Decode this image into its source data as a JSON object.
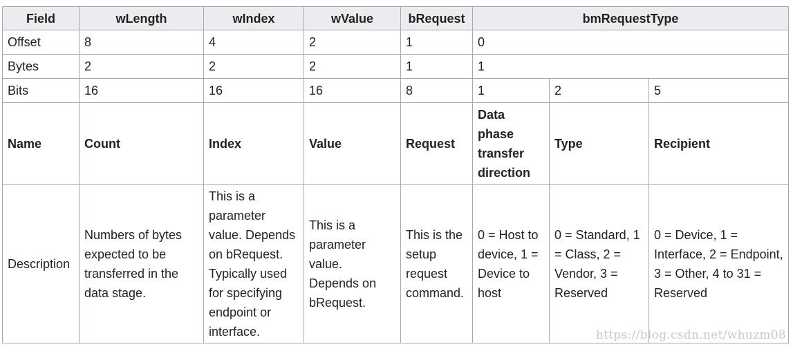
{
  "headers": [
    "Field",
    "wLength",
    "wIndex",
    "wValue",
    "bRequest",
    "bmRequestType"
  ],
  "rows": {
    "offset": {
      "label": "Offset",
      "wLength": "8",
      "wIndex": "4",
      "wValue": "2",
      "bRequest": "1",
      "bmRequestType": "0"
    },
    "bytes": {
      "label": "Bytes",
      "wLength": "2",
      "wIndex": "2",
      "wValue": "2",
      "bRequest": "1",
      "bmRequestType": "1"
    },
    "bits": {
      "label": "Bits",
      "wLength": "16",
      "wIndex": "16",
      "wValue": "16",
      "bRequest": "8",
      "direction": "1",
      "type": "2",
      "recipient": "5"
    },
    "name": {
      "label": "Name",
      "wLength": "Count",
      "wIndex": "Index",
      "wValue": "Value",
      "bRequest": "Request",
      "direction": "Data phase transfer direction",
      "type": "Type",
      "recipient": "Recipient"
    },
    "description": {
      "label": "Description",
      "wLength": "Numbers of bytes expected to be transferred in the data stage.",
      "wIndex": "This is a parameter value. Depends on bRequest. Typically used for specifying endpoint or interface.",
      "wValue": "This is a parameter value. Depends on bRequest.",
      "bRequest": "This is the setup request command.",
      "direction": "0 = Host to device, 1 = Device to host",
      "type": "0 = Standard, 1 = Class, 2 = Vendor, 3 = Reserved",
      "recipient": "0 = Device, 1 = Interface, 2 = Endpoint, 3 = Other, 4 to 31 = Reserved"
    }
  },
  "watermark": "https://blog.csdn.net/whuzm08"
}
